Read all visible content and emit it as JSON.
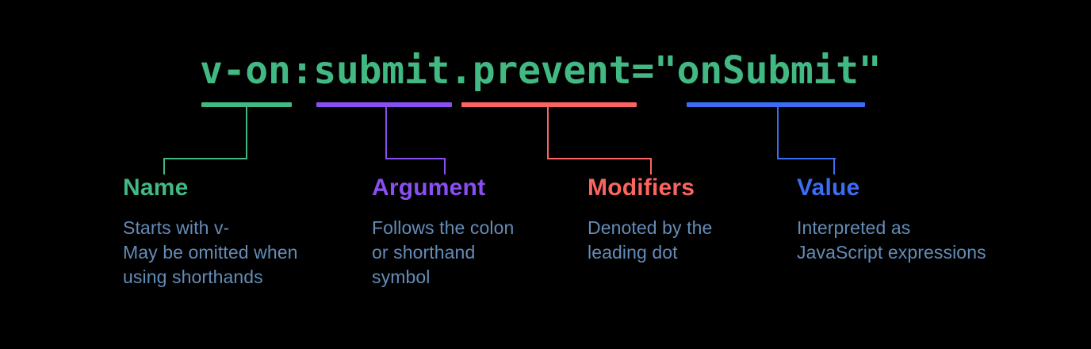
{
  "page": {
    "background_color": "#000000",
    "description_text_color": "#648cb8"
  },
  "code": {
    "text": "v-on:submit.prevent=\"onSubmit\"",
    "color": "#42b883"
  },
  "annotations": [
    {
      "key": "name",
      "title": "Name",
      "color": "#42b883",
      "lines": [
        "Starts with v-",
        "May be omitted when",
        "using shorthands"
      ]
    },
    {
      "key": "argument",
      "title": "Argument",
      "color": "#8a4ff2",
      "lines": [
        "Follows the colon",
        "or shorthand",
        "symbol"
      ]
    },
    {
      "key": "modifiers",
      "title": "Modifiers",
      "color": "#fb6560",
      "lines": [
        "Denoted by the",
        "leading dot"
      ]
    },
    {
      "key": "value",
      "title": "Value",
      "color": "#3b6df6",
      "lines": [
        "Interpreted as",
        "JavaScript expressions"
      ]
    }
  ]
}
